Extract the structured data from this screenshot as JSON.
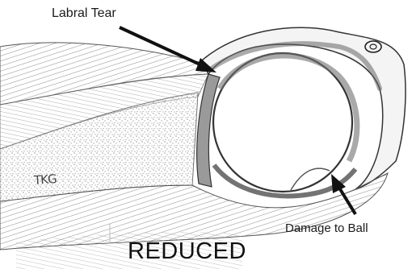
{
  "labels": {
    "labral_tear": "Labral Tear",
    "damage_to_ball": "Damage to Ball",
    "caption": "REDUCED",
    "signature": "TKG"
  },
  "colors": {
    "ink": "#1a1a1a",
    "shading": "#777777",
    "background": "#ffffff"
  }
}
